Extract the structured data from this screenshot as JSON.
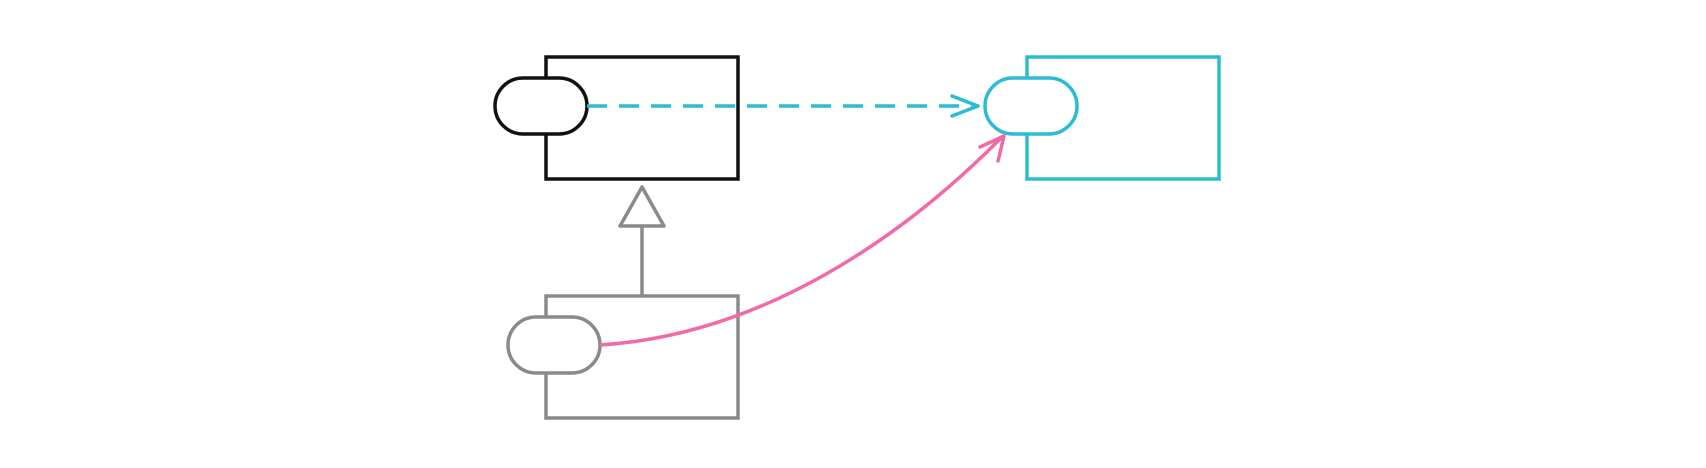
{
  "diagram": {
    "nodes": [
      {
        "id": "component-top-left",
        "kind": "component-box-with-port",
        "color": "#111111"
      },
      {
        "id": "component-top-right",
        "kind": "component-box-with-port",
        "color": "#2bbcd4"
      },
      {
        "id": "component-bottom-left",
        "kind": "component-box-with-port",
        "color": "#8a8a8a"
      }
    ],
    "edges": [
      {
        "from": "component-top-left",
        "to": "component-top-right",
        "style": "dashed",
        "arrow": "open-arrow",
        "color": "#2bbcd4"
      },
      {
        "from": "component-bottom-left",
        "to": "component-top-left",
        "style": "solid",
        "arrow": "hollow-triangle",
        "color": "#8a8a8a"
      },
      {
        "from": "component-bottom-left",
        "to": "component-top-right",
        "style": "solid-curve",
        "arrow": "open-arrow",
        "color": "#f06aa8"
      }
    ]
  }
}
